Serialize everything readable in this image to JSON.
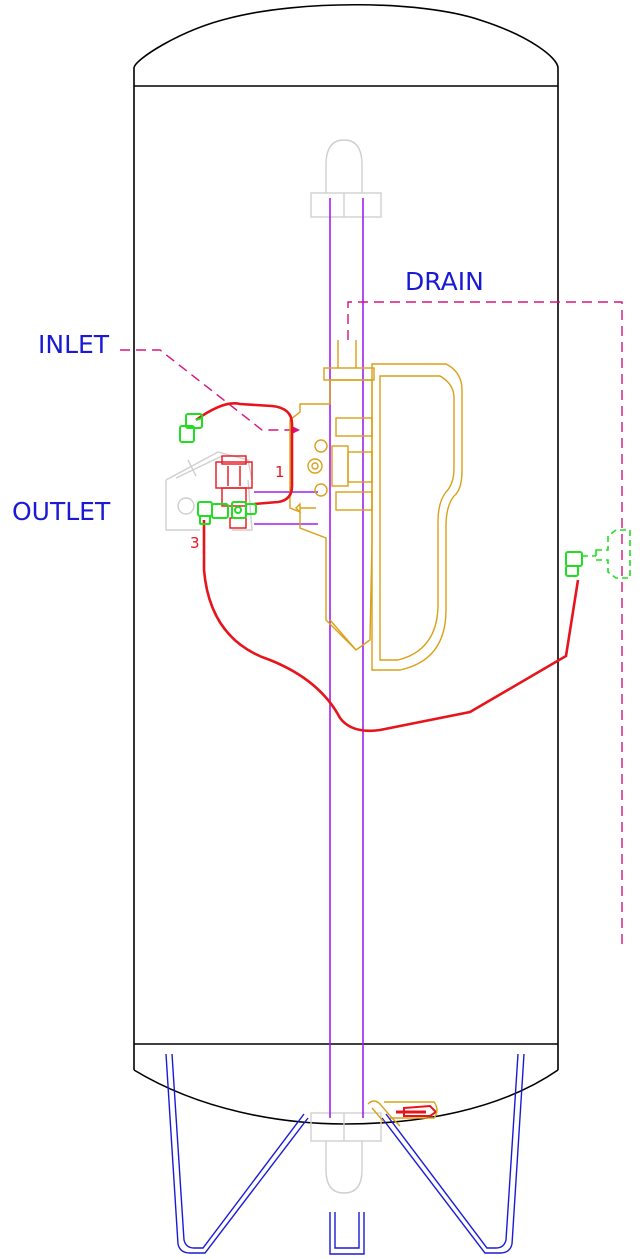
{
  "labels": {
    "drain": "DRAIN",
    "inlet": "INLET",
    "outlet": "OUTLET",
    "port_1": "1",
    "port_3": "3"
  },
  "colors": {
    "tank_outline": "#000000",
    "pipe_red": "#e8141c",
    "dashed_magenta": "#d6157a",
    "purple_rod": "#a020f0",
    "fitting_green": "#22dd22",
    "unit_gold": "#d9a018",
    "legs_blue": "#1a1ad6",
    "label_blue": "#1a1ad6",
    "ghost_gray": "#cfcfcf"
  }
}
